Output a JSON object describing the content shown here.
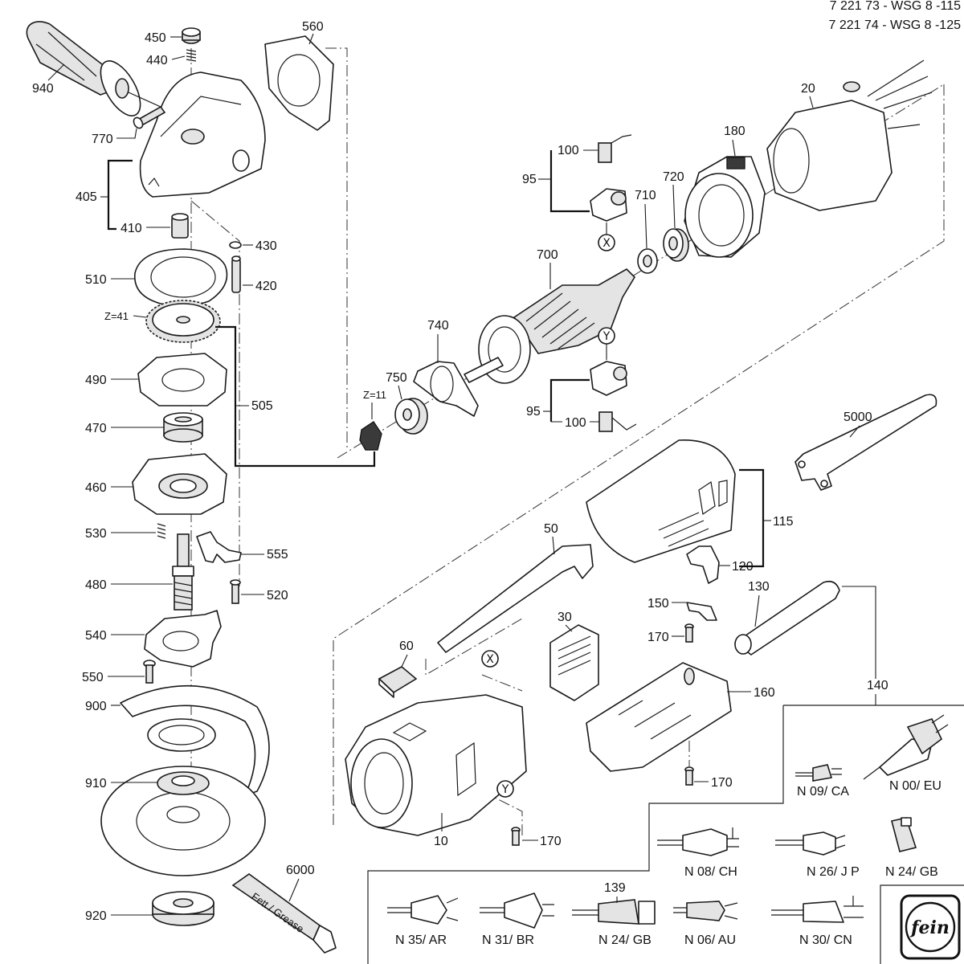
{
  "header": {
    "model_lines": [
      "7 221 73 - WSG 8 -115",
      "7 221 74 - WSG 8 -125"
    ]
  },
  "callouts": {
    "p450": "450",
    "p440": "440",
    "p560": "560",
    "p940": "940",
    "p770": "770",
    "p405": "405",
    "p410": "410",
    "p430": "430",
    "p420": "420",
    "p510": "510",
    "gear_teeth_large": "Z=41",
    "p490": "490",
    "p505": "505",
    "p470": "470",
    "p460": "460",
    "p530": "530",
    "p555": "555",
    "p480": "480",
    "p520": "520",
    "p540": "540",
    "p550": "550",
    "p900": "900",
    "p910": "910",
    "p920": "920",
    "p6000": "6000",
    "grease_tube_text": "Fett / Grease",
    "p20": "20",
    "p180": "180",
    "p100_top": "100",
    "p95_top": "95",
    "marker_x_top": "X",
    "p720": "720",
    "p710": "710",
    "p700": "700",
    "p740": "740",
    "p750": "750",
    "gear_teeth_small": "Z=11",
    "marker_y_top": "Y",
    "p95_bottom": "95",
    "p100_bottom": "100",
    "p5000": "5000",
    "p115": "115",
    "p50": "50",
    "p120": "120",
    "p130": "130",
    "p150": "150",
    "p170_a": "170",
    "p30": "30",
    "p60": "60",
    "marker_x_bottom": "X",
    "p140": "140",
    "p160": "160",
    "marker_y_bottom": "Y",
    "p170_b": "170",
    "p10": "10",
    "p170_c": "170",
    "p139": "139"
  },
  "plugs": {
    "n09": "N 09/ CA",
    "n00": "N 00/ EU",
    "n08": "N 08/ CH",
    "n26": "N 26/ J P",
    "n24_upper": "N 24/ GB",
    "n35": "N 35/ AR",
    "n31": "N 31/ BR",
    "n24_lower": "N 24/ GB",
    "n06": "N 06/ AU",
    "n30": "N 30/ CN"
  },
  "logo": {
    "text": "fein",
    "name": "fein-logo"
  },
  "colors": {
    "line": "#1a1a1a",
    "fill": "#ffffff",
    "shade": "#e4e4e4"
  }
}
